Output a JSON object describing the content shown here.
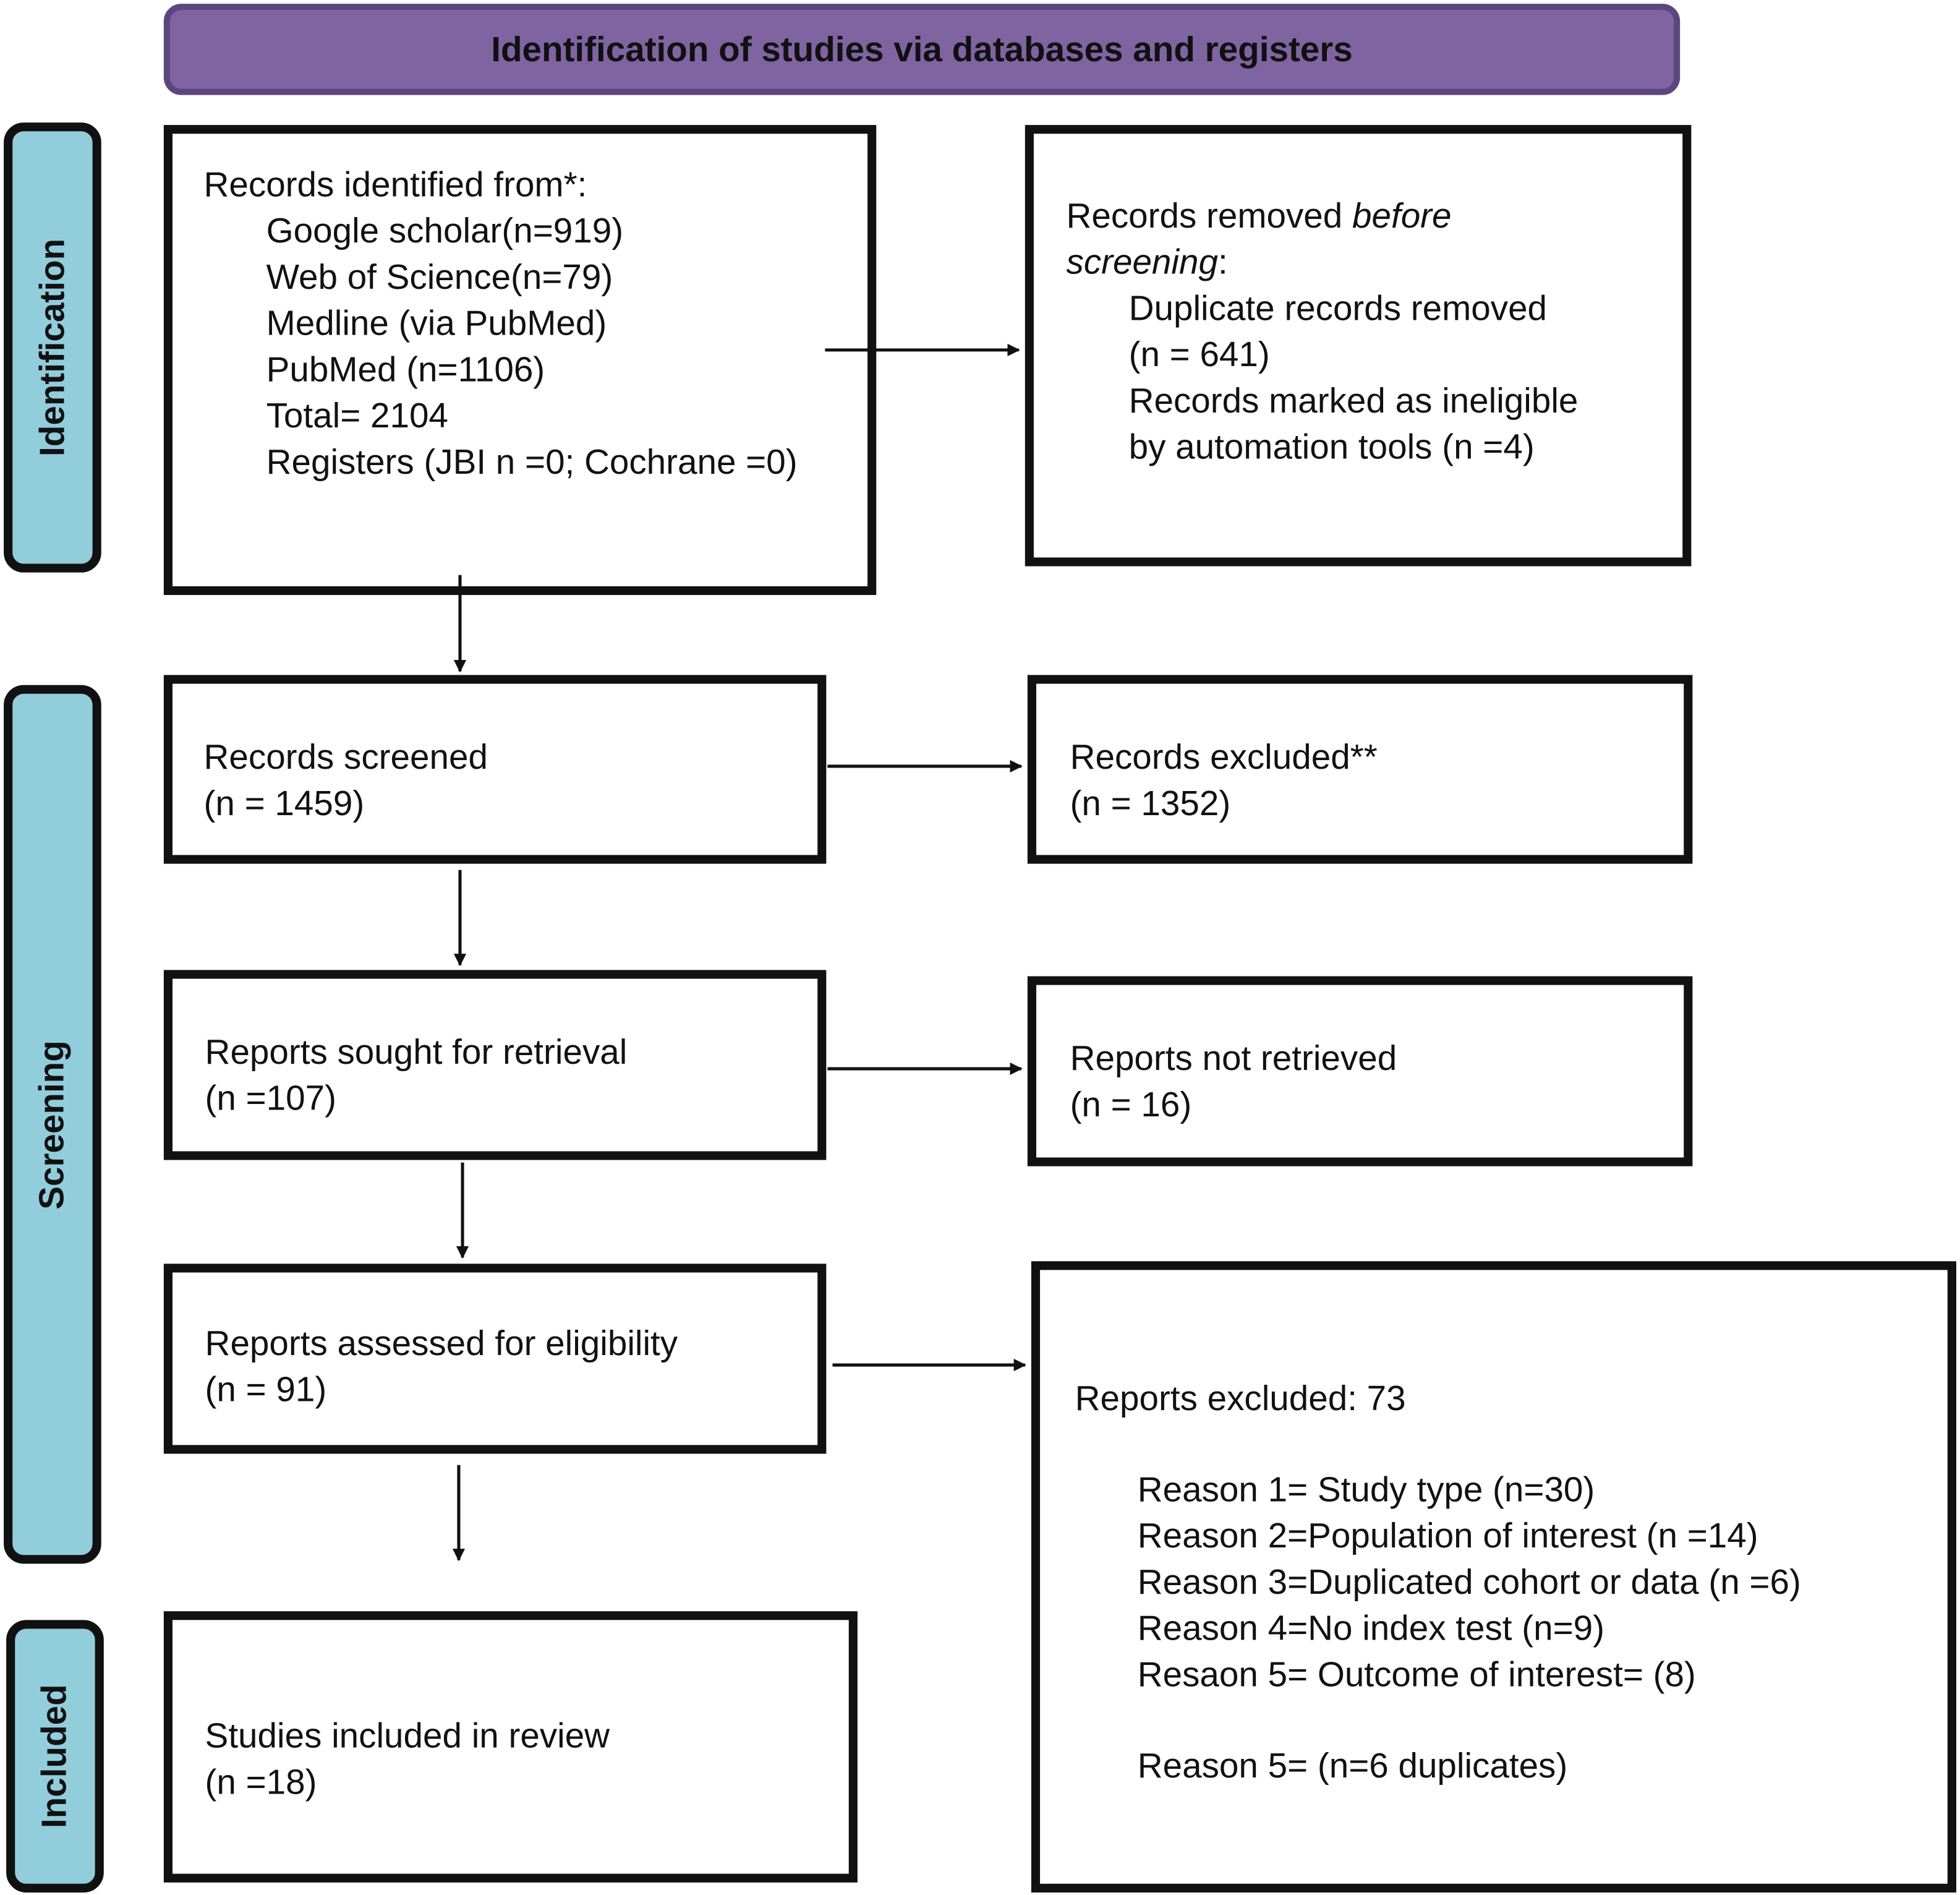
{
  "header": {
    "title": "Identification of studies via databases and registers"
  },
  "stages": {
    "identification": "Identification",
    "screening": "Screening",
    "included": "Included"
  },
  "identified": {
    "heading": "Records identified from*:",
    "sources": [
      "Google scholar(n=919)",
      "Web of Science(n=79)",
      "Medline (via PubMed)",
      "PubMed (n=1106)",
      "Total= 2104",
      "Registers (JBI n =0; Cochrane =0)"
    ]
  },
  "removed": {
    "heading_part1": "Records removed ",
    "heading_italic1": "before",
    "heading_italic2": "screening",
    "heading_colon": ":",
    "items": [
      "Duplicate records removed",
      "(n = 641)",
      "Records marked as ineligible",
      "by automation tools (n =4)"
    ]
  },
  "screened": {
    "label": "Records screened",
    "count": "(n = 1459)"
  },
  "excluded": {
    "label": "Records excluded**",
    "count": "(n = 1352)"
  },
  "sought": {
    "label": "Reports sought for retrieval",
    "count": "(n =107)"
  },
  "not_retrieved": {
    "label": "Reports not retrieved",
    "count": "(n = 16)"
  },
  "assessed": {
    "label": "Reports assessed for eligibility",
    "count": "(n = 91)"
  },
  "reports_excluded": {
    "heading": "Reports excluded: 73",
    "reasons": [
      "Reason 1= Study type (n=30)",
      "Reason 2=Population of interest (n =14)",
      "Reason 3=Duplicated cohort or data (n =6)",
      "Reason 4=No index test (n=9)",
      "Resaon 5= Outcome of interest= (8)"
    ],
    "extra": "Reason 5= (n=6 duplicates)"
  },
  "included_box": {
    "label": "Studies included in review",
    "count": "(n =18)"
  }
}
